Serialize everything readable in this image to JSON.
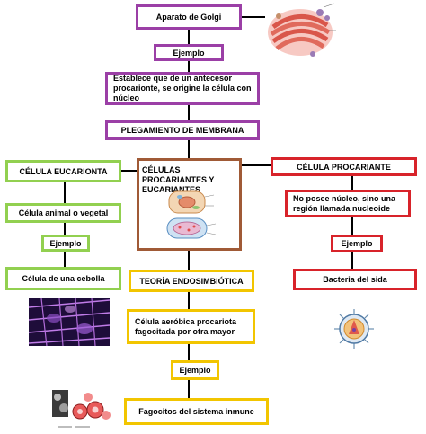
{
  "nodes": {
    "golgi": "Aparato de Golgi",
    "ejemplo_top": "Ejemplo",
    "antecesor": "Establece que de un antecesor procarionte, se origine la célula con núcleo",
    "plegamiento": "PLEGAMIENTO DE MEMBRANA",
    "eucarionta": "CÉLULA EUCARIONTA",
    "animal_vegetal": "Célula animal o vegetal",
    "ejemplo_left": "Ejemplo",
    "cebolla": "Célula de una cebolla",
    "procariantes_eucariantes": "CÉLULAS PROCARIANTES Y EUCARIANTES",
    "procariante": "CÉLULA PROCARIANTE",
    "sin_nucleo": "No posee núcleo, sino una región llamada nucleoide",
    "ejemplo_right": "Ejemplo",
    "bacteria": "Bacteria del sida",
    "endosimbiotica": "TEORÍA ENDOSIMBIÓTICA",
    "aerobica": "Célula aeróbica procariota fagocitada por otra mayor",
    "ejemplo_bottom": "Ejemplo",
    "fagocitos": "Fagocitos del sistema inmune"
  },
  "colors": {
    "purple": "#9b3fa6",
    "green": "#92d050",
    "red": "#d8232a",
    "yellow": "#f2c500",
    "brown": "#a05a36"
  },
  "images": {
    "golgi": "golgi-apparatus-illustration",
    "cells": "prokaryote-eukaryote-cell-diagram",
    "onion": "onion-cell-micrograph",
    "hiv": "hiv-virus-illustration",
    "phagocytes": "phagocytosis-illustration"
  }
}
